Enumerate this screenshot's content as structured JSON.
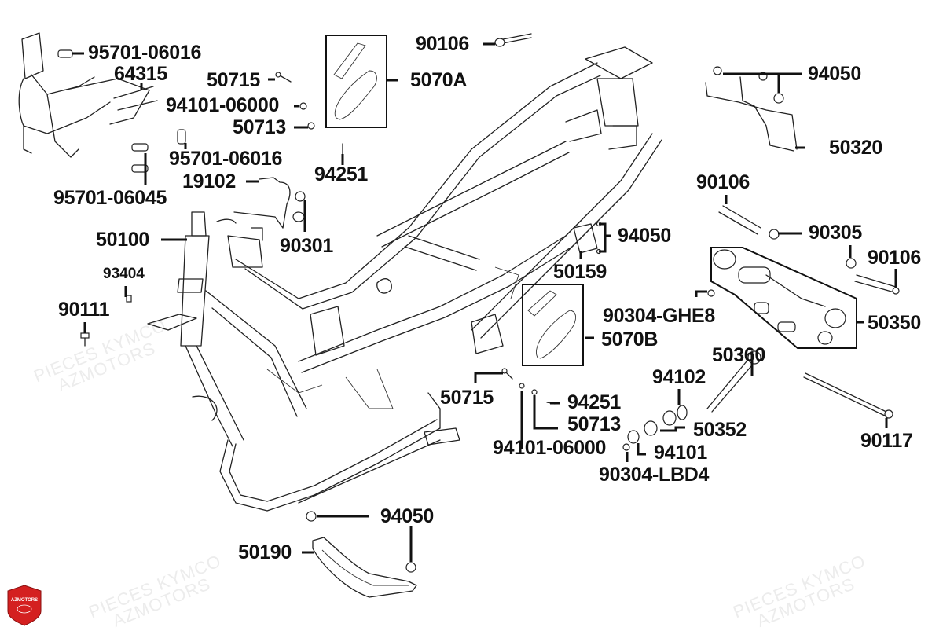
{
  "title": "Frame exploded parts diagram",
  "watermark": {
    "line1": "PIECES KYMCO",
    "line2": "AZMOTORS"
  },
  "logo": {
    "text": "AZMOTORS",
    "color": "#d42020"
  },
  "labels": {
    "p95701_06016_a": "95701-06016",
    "p64315": "64315",
    "p50715_a": "50715",
    "p94101_06000_a": "94101-06000",
    "p50713_a": "50713",
    "p95701_06016_b": "95701-06016",
    "p95701_06045": "95701-06045",
    "p19102": "19102",
    "p90106_a": "90106",
    "p5070A": "5070A",
    "p94251_a": "94251",
    "p94050_a": "94050",
    "p50320": "50320",
    "p90106_b": "90106",
    "p90305": "90305",
    "p90106_c": "90106",
    "p94050_b": "94050",
    "p50159": "50159",
    "p90304_GHE8": "90304-GHE8",
    "p50350": "50350",
    "p5070B": "5070B",
    "p50360": "50360",
    "p94102": "94102",
    "p50715_b": "50715",
    "p94251_b": "94251",
    "p50713_b": "50713",
    "p50352": "50352",
    "p94101_06000_b": "94101-06000",
    "p94101": "94101",
    "p90304_LBD4": "90304-LBD4",
    "p90117": "90117",
    "p50100": "50100",
    "p90301": "90301",
    "p93404": "93404",
    "p90111": "90111",
    "p94050_c": "94050",
    "p50190": "50190"
  }
}
